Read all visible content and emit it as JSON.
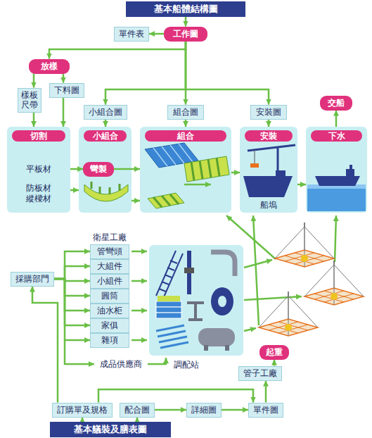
{
  "diagram": {
    "nodes": [
      {
        "text": [
          "基本船體結構圖"
        ]
      },
      {
        "text": [
          "工作圖"
        ]
      },
      {
        "text": [
          "單件表"
        ]
      },
      {
        "text": [
          "放樣"
        ]
      },
      {
        "text": [
          "樣板 尺帶"
        ]
      },
      {
        "text": [
          "下料圖"
        ]
      },
      {
        "text": [
          "小組合圖"
        ]
      },
      {
        "text": [
          "組合圖"
        ]
      },
      {
        "text": [
          "安裝圖"
        ]
      },
      {
        "text": [
          "交船"
        ]
      },
      {
        "text": [
          "切割"
        ]
      },
      {
        "text": [
          "小組合"
        ]
      },
      {
        "text": [
          "彎製"
        ],
        "in": 11
      },
      {
        "text": [
          "組合"
        ]
      },
      {
        "text": [
          "安裝"
        ]
      },
      {
        "text": [
          "下水"
        ]
      },
      {
        "text": [
          "採購部門"
        ]
      },
      {
        "text": [
          "管彎頭"
        ]
      },
      {
        "text": [
          "大組件"
        ]
      },
      {
        "text": [
          "小組件"
        ]
      },
      {
        "text": [
          "圓筒"
        ]
      },
      {
        "text": [
          "油水柜"
        ]
      },
      {
        "text": [
          "家俱"
        ]
      },
      {
        "text": [
          "雜項"
        ]
      },
      {
        "text": [
          "起重"
        ]
      },
      {
        "text": [
          "管子工廠"
        ]
      },
      {
        "text": [
          "訂購單及規格"
        ]
      },
      {
        "text": [
          "配合圖"
        ]
      },
      {
        "text": [
          "詳細圖"
        ]
      },
      {
        "text": [
          "單件圖"
        ]
      },
      {
        "text": [
          "基本艤裝及膳表圖"
        ]
      }
    ],
    "edges": [
      {
        "from": 0,
        "to": 1,
        "arrow": "to"
      },
      {
        "from": 1,
        "to": 2,
        "arrow": "to"
      },
      {
        "from": 1,
        "to": 3,
        "arrow": "to"
      },
      {
        "from": 1,
        "to": 6,
        "arrow": "to"
      },
      {
        "from": 1,
        "to": 7,
        "arrow": "to"
      },
      {
        "from": 1,
        "to": 8,
        "arrow": "to"
      },
      {
        "from": 3,
        "to": 4,
        "arrow": "to"
      },
      {
        "from": 3,
        "to": 5,
        "arrow": "to"
      },
      {
        "from": 4,
        "to": 10,
        "arrow": "to"
      },
      {
        "from": 5,
        "to": 10,
        "arrow": "to"
      },
      {
        "from": 6,
        "to": 11,
        "arrow": "to"
      },
      {
        "from": 7,
        "to": 13,
        "arrow": "to"
      },
      {
        "from": 8,
        "to": 14,
        "arrow": "to"
      },
      {
        "from": 10,
        "to": 12,
        "arrow": "to"
      },
      {
        "from": 12,
        "to": 13,
        "arrow": "to"
      },
      {
        "from": 10,
        "to": 11,
        "arrow": "to"
      },
      {
        "from": 11,
        "to": 13,
        "arrow": "to"
      },
      {
        "from": 13,
        "to": 14,
        "arrow": "to"
      },
      {
        "from": 14,
        "to": 15,
        "arrow": "to"
      },
      {
        "from": 15,
        "to": 9,
        "arrow": "to"
      },
      {
        "from": 16,
        "to": 17,
        "arrow": "to"
      },
      {
        "from": 16,
        "to": 18,
        "arrow": "to"
      },
      {
        "from": 16,
        "to": 19,
        "arrow": "to"
      },
      {
        "from": 16,
        "to": 20,
        "arrow": "to"
      },
      {
        "from": 16,
        "to": 21,
        "arrow": "to"
      },
      {
        "from": 16,
        "to": 22,
        "arrow": "to"
      },
      {
        "from": 16,
        "to": 23,
        "arrow": "to"
      },
      {
        "from": 26,
        "to": 16,
        "arrow": "to"
      },
      {
        "from": 26,
        "to": 29,
        "arrow": "to"
      },
      {
        "from": 29,
        "to": 25,
        "arrow": "to"
      },
      {
        "from": 25,
        "to": 24,
        "arrow": "to"
      },
      {
        "from": 30,
        "to": 26,
        "arrow": "to"
      },
      {
        "from": 30,
        "to": 27,
        "arrow": "to"
      },
      {
        "from": 27,
        "to": 28,
        "arrow": "to"
      },
      {
        "from": 28,
        "to": 29,
        "arrow": "to"
      }
    ],
    "labels": [
      "平板材",
      "防板材 縱樑材",
      "船塢",
      "衛星工廠",
      "成品供應商",
      "調配站"
    ]
  }
}
